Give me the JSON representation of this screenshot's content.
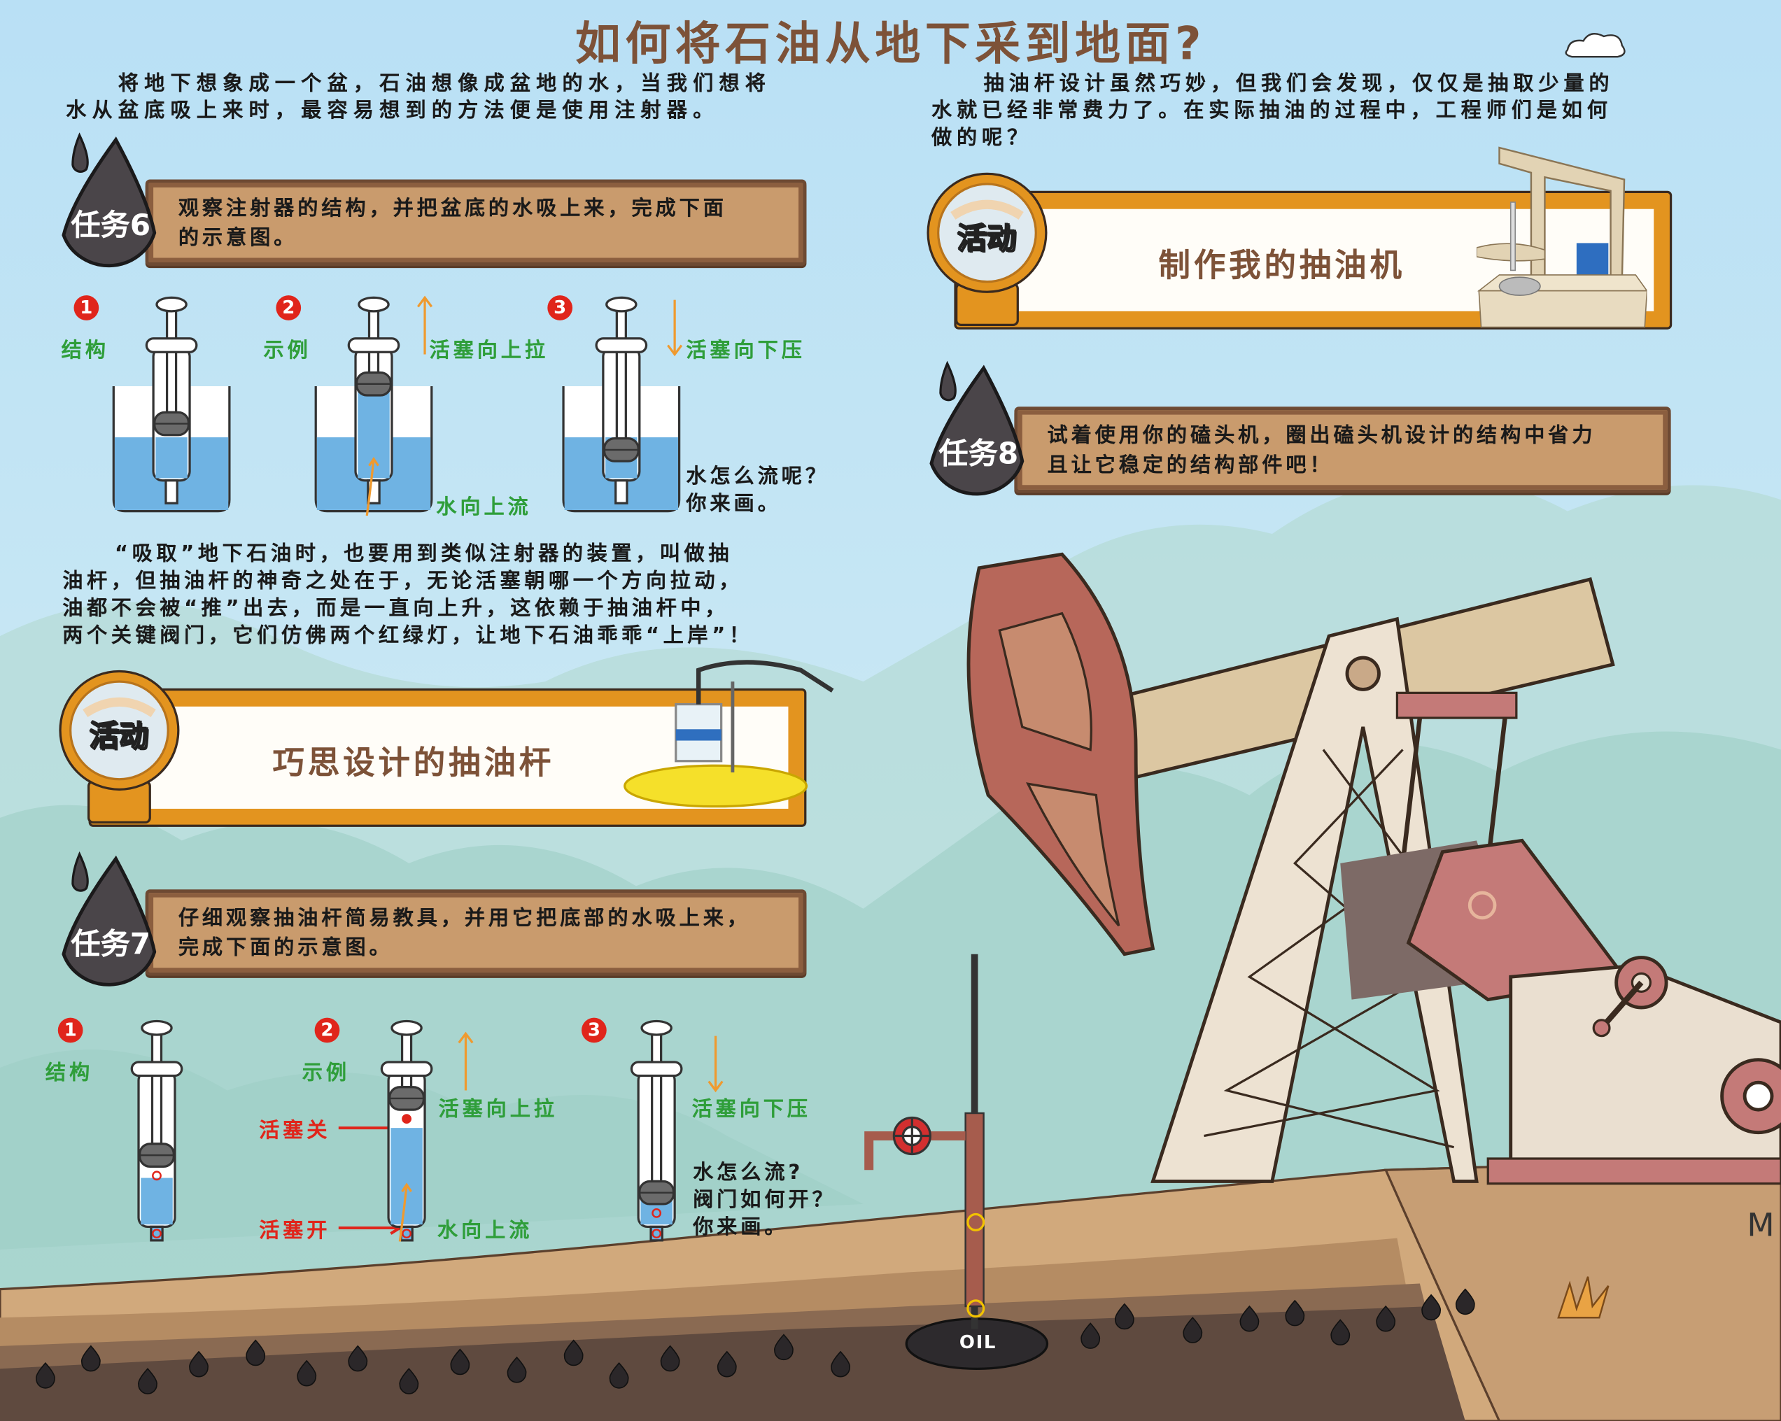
{
  "title": "如何将石油从地下采到地面?",
  "intro_left": {
    "lines": [
      "将地下想象成一个盆，石油想像成盆地的水，当我们想将",
      "水从盆底吸上来时，最容易想到的方法便是使用注射器。"
    ]
  },
  "intro_right": {
    "lines": [
      "抽油杆设计虽然巧妙，但我们会发现，仅仅是抽取少量的",
      "水就已经非常费力了。在实际抽油的过程中，工程师们是如何",
      "做的呢？"
    ]
  },
  "task6": {
    "badge": "任务6",
    "lines": [
      "观察注射器的结构，并把盆底的水吸上来，完成下面",
      "的示意图。"
    ],
    "steps": [
      "1",
      "2",
      "3"
    ],
    "label_structure": "结构",
    "label_example": "示例",
    "label_pull_up": "活塞向上拉",
    "label_push_down": "活塞向下压",
    "label_water_up": "水向上流",
    "question_lines": [
      "水怎么流呢？",
      "你来画。"
    ]
  },
  "paragraph2": {
    "lines": [
      "“吸取”地下石油时，也要用到类似注射器的装置，叫做抽",
      "油杆，但抽油杆的神奇之处在于，无论活塞朝哪一个方向拉动，",
      "油都不会被“推”出去，而是一直向上升，这依赖于抽油杆中，",
      "两个关键阀门，它们仿佛两个红绿灯，让地下石油乖乖“上岸”！"
    ]
  },
  "activity1": {
    "badge": "活动",
    "title": "巧思设计的抽油杆"
  },
  "task7": {
    "badge": "任务7",
    "lines": [
      "仔细观察抽油杆简易教具，并用它把底部的水吸上来，",
      "完成下面的示意图。"
    ],
    "steps": [
      "1",
      "2",
      "3"
    ],
    "label_structure": "结构",
    "label_example": "示例",
    "label_pull_up": "活塞向上拉",
    "label_push_down": "活塞向下压",
    "label_valve_closed": "活塞关",
    "label_valve_open": "活塞开",
    "label_water_up": "水向上流",
    "question_lines": [
      "水怎么流?",
      "阀门如何开？",
      "你来画。"
    ]
  },
  "activity2": {
    "badge": "活动",
    "title": "制作我的抽油机"
  },
  "task8": {
    "badge": "任务8",
    "lines": [
      "试着使用你的磕头机，圈出磕头机设计的结构中省力",
      "且让它稳定的结构部件吧！"
    ]
  },
  "illustration": {
    "oil_label": "OIL",
    "edge_letter": "M"
  },
  "colors": {
    "title": "#7d5238",
    "banner": "#c99b6d",
    "activity": "#e3941f",
    "green": "#2f9e3a",
    "red": "#e0251b",
    "water": "#6fb3e3"
  }
}
